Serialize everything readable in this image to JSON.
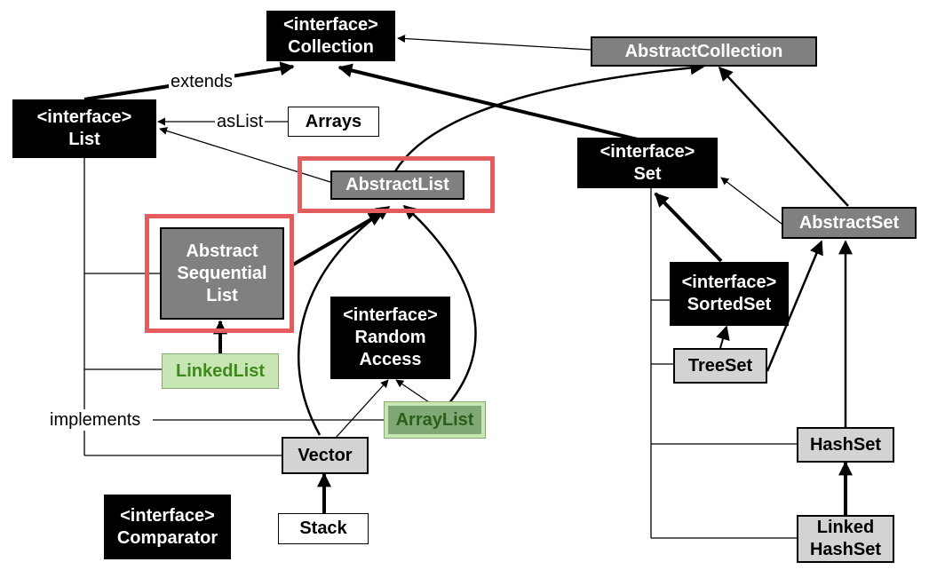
{
  "nodes": {
    "collection": [
      "<interface>",
      "Collection"
    ],
    "abstract_collection": [
      "AbstractCollection"
    ],
    "list": [
      "<interface>",
      "List"
    ],
    "arrays": [
      "Arrays"
    ],
    "abstract_list": [
      "AbstractList"
    ],
    "set": [
      "<interface>",
      "Set"
    ],
    "abstract_set": [
      "AbstractSet"
    ],
    "abstract_sequential_list": [
      "Abstract",
      "Sequential",
      "List"
    ],
    "random_access": [
      "<interface>",
      "Random",
      "Access"
    ],
    "sorted_set": [
      "<interface>",
      "SortedSet"
    ],
    "linked_list": [
      "LinkedList"
    ],
    "tree_set": [
      "TreeSet"
    ],
    "array_list": [
      "ArrayList"
    ],
    "vector": [
      "Vector"
    ],
    "hash_set": [
      "HashSet"
    ],
    "stack": [
      "Stack"
    ],
    "comparator": [
      "<interface>",
      "Comparator"
    ],
    "linked_hash_set": [
      "Linked",
      "HashSet"
    ]
  },
  "labels": {
    "extends": "extends",
    "as_list": "asList",
    "implements": "implements"
  },
  "colors": {
    "interface_fill": "#000000",
    "abstract_fill": "#808080",
    "concrete_fill": "#d3d3d3",
    "highlight_border": "#e35d5d",
    "linked_list_text": "#3d8a1a",
    "array_list_fill": "#7fa874"
  }
}
